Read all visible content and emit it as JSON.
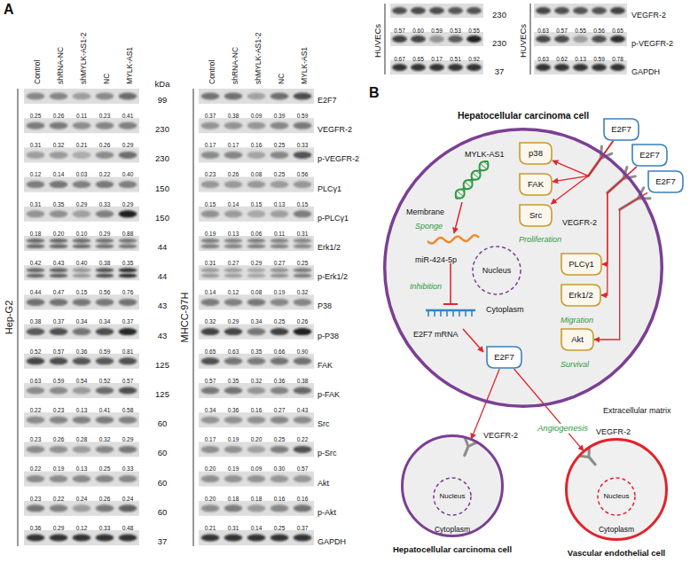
{
  "diagram": {
    "nodes": [
      {
        "text": [
          "Hepatocellular carcinoma cell"
        ]
      },
      {
        "text": [
          "Nucleus"
        ],
        "in": 0
      },
      {
        "text": [
          "p38"
        ],
        "in": 0
      },
      {
        "text": [
          "FAK"
        ],
        "in": 0
      },
      {
        "text": [
          "Src"
        ],
        "in": 0
      },
      {
        "text": [
          "PLCγ1"
        ],
        "in": 0
      },
      {
        "text": [
          "Erk1/2"
        ],
        "in": 0
      },
      {
        "text": [
          "Akt"
        ],
        "in": 0
      },
      {
        "text": [
          "E2F7"
        ],
        "in": 0
      },
      {
        "text": [
          "E2F7"
        ]
      },
      {
        "text": [
          "E2F7"
        ]
      },
      {
        "text": [
          "E2F7"
        ]
      },
      {
        "text": [
          "Hepatocellular carcinoma cell"
        ]
      },
      {
        "text": [
          "Nucleus"
        ],
        "in": 12
      },
      {
        "text": [
          "Vascular endothelial cell"
        ]
      },
      {
        "text": [
          "Nucleus"
        ],
        "in": 14
      }
    ],
    "edges": [
      {
        "from": 9,
        "to": 2,
        "arrow": "to"
      },
      {
        "from": 9,
        "to": 3,
        "arrow": "to"
      },
      {
        "from": 9,
        "to": 4,
        "arrow": "to"
      },
      {
        "from": 10,
        "to": 5,
        "arrow": "to"
      },
      {
        "from": 10,
        "to": 6,
        "arrow": "to"
      },
      {
        "from": 11,
        "to": 7,
        "arrow": "to"
      },
      {
        "from": 8,
        "to": 12,
        "arrow": "to"
      },
      {
        "from": 8,
        "to": 14,
        "arrow": "to",
        "label": "Angiogenesis"
      }
    ],
    "labels": [
      "A",
      "Control",
      "shRNA-NC",
      "shMYLK-AS1-2",
      "NC",
      "MYLK-AS1",
      "kDa",
      "99",
      "230",
      "230",
      "150",
      "150",
      "44",
      "44",
      "43",
      "43",
      "125",
      "125",
      "60",
      "60",
      "60",
      "60",
      "37",
      "0.25",
      "0.26",
      "0.11",
      "0.23",
      "0.41",
      "0.31",
      "0.32",
      "0.21",
      "0.26",
      "0.29",
      "0.12",
      "0.14",
      "0.03",
      "0.22",
      "0.40",
      "0.31",
      "0.35",
      "0.29",
      "0.33",
      "0.29",
      "0.18",
      "0.20",
      "0.10",
      "0.29",
      "0.88",
      "0.42",
      "0.43",
      "0.40",
      "0.38",
      "0.35",
      "0.44",
      "0.47",
      "0.15",
      "0.56",
      "0.76",
      "0.38",
      "0.37",
      "0.34",
      "0.34",
      "0.37",
      "0.52",
      "0.57",
      "0.36",
      "0.59",
      "0.81",
      "0.63",
      "0.59",
      "0.54",
      "0.52",
      "0.57",
      "0.22",
      "0.23",
      "0.13",
      "0.41",
      "0.58",
      "0.23",
      "0.26",
      "0.28",
      "0.32",
      "0.29",
      "0.22",
      "0.19",
      "0.13",
      "0.25",
      "0.33",
      "0.23",
      "0.22",
      "0.24",
      "0.26",
      "0.24",
      "0.36",
      "0.29",
      "0.12",
      "0.33",
      "0.48",
      "Hep-G2",
      "Control",
      "shRNA-NC",
      "shMYLK-AS1-2",
      "NC",
      "MYLK-AS1",
      "E2F7",
      "VEGFR-2",
      "p-VEGFR-2",
      "PLCγ1",
      "p-PLCγ1",
      "Erk1/2",
      "p-Erk1/2",
      "P38",
      "p-P38",
      "FAK",
      "p-FAK",
      "Src",
      "p-Src",
      "Akt",
      "p-Akt",
      "GAPDH",
      "0.37",
      "0.38",
      "0.09",
      "0.39",
      "0.59",
      "0.17",
      "0.17",
      "0.16",
      "0.25",
      "0.33",
      "0.23",
      "0.26",
      "0.08",
      "0.25",
      "0.56",
      "0.15",
      "0.14",
      "0.15",
      "0.13",
      "0.15",
      "0.19",
      "0.13",
      "0.06",
      "0.11",
      "0.31",
      "0.31",
      "0.27",
      "0.29",
      "0.27",
      "0.25",
      "0.14",
      "0.12",
      "0.08",
      "0.19",
      "0.32",
      "0.32",
      "0.29",
      "0.34",
      "0.25",
      "0.26",
      "0.65",
      "0.63",
      "0.35",
      "0.66",
      "0.90",
      "0.57",
      "0.35",
      "0.32",
      "0.36",
      "0.38",
      "0.34",
      "0.36",
      "0.16",
      "0.27",
      "0.43",
      "0.17",
      "0.19",
      "0.20",
      "0.25",
      "0.22",
      "0.20",
      "0.19",
      "0.09",
      "0.30",
      "0.57",
      "0.20",
      "0.18",
      "0.18",
      "0.16",
      "0.16",
      "0.21",
      "0.31",
      "0.14",
      "0.25",
      "0.37",
      "MHCC-97H",
      "HUVECs",
      "230",
      "0.57",
      "0.60",
      "0.59",
      "0.53",
      "0.55",
      "230",
      "0.67",
      "0.65",
      "0.17",
      "0.51",
      "0.92",
      "37",
      "HUVECs",
      "VEGFR-2",
      "0.63",
      "0.57",
      "0.55",
      "0.56",
      "0.65",
      "p-VEGFR-2",
      "0.63",
      "0.62",
      "0.13",
      "0.59",
      "0.78",
      "GAPDH",
      "B",
      "MYLK-AS1",
      "Membrane",
      "Sponge",
      "miR-424-5p",
      "Inhibition",
      "Cytoplasm",
      "E2F7 mRNA",
      "Proliferation",
      "VEGFR-2",
      "Migration",
      "Survival",
      "Extracellular matrix",
      "VEGFR-2",
      "Cytoplasm",
      "VEGFR-2",
      "Cytoplasm"
    ]
  }
}
